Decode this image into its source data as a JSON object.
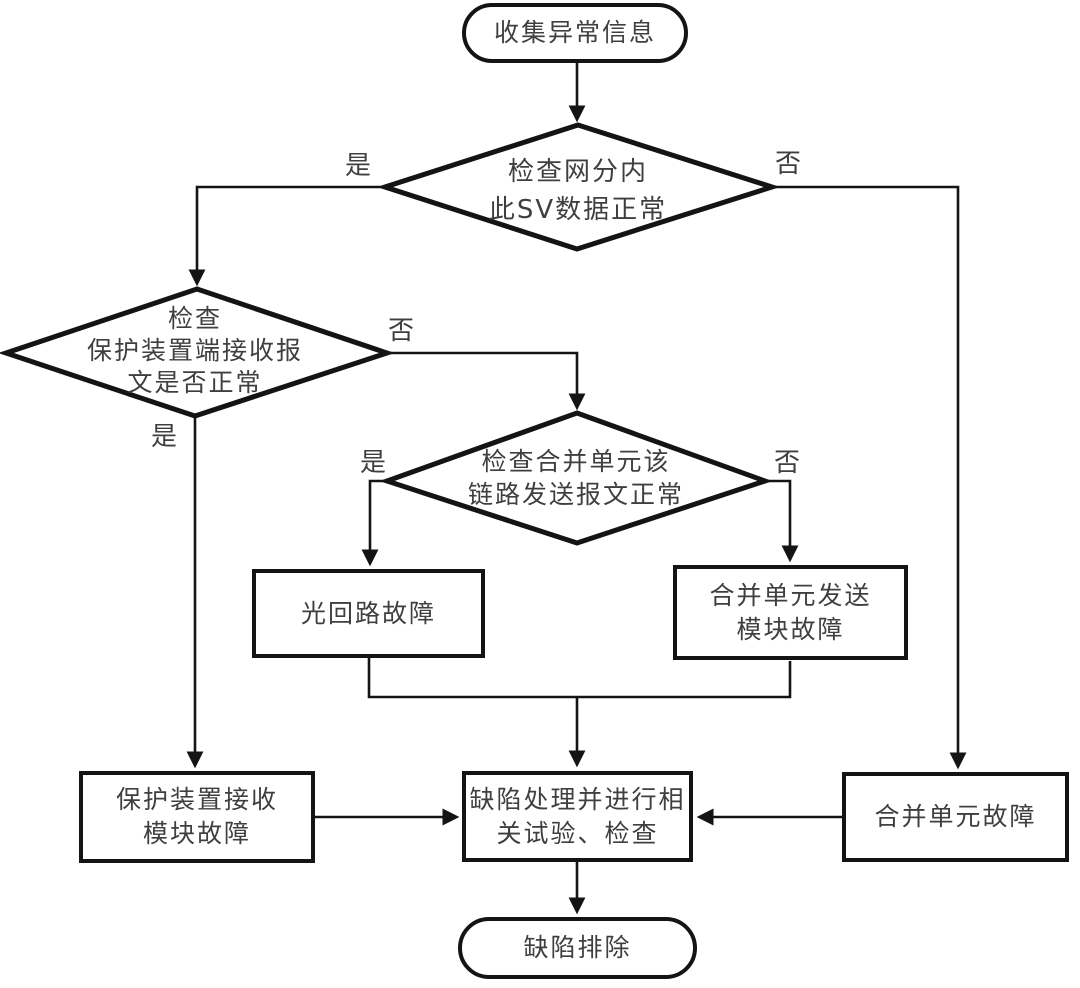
{
  "flowchart": {
    "start": "收集异常信息",
    "decision_network": "检查网分内\n此SV数据正常",
    "decision_protection": "检查\n保护装置端接收报\n文是否正常",
    "decision_merging_unit": "检查合并单元该\n链路发送报文正常",
    "optical_loop_fault": "光回路故障",
    "mu_send_module_fault": "合并单元发送\n模块故障",
    "protection_recv_module_fault": "保护装置接收\n模块故障",
    "defect_handling": "缺陷处理并进行相\n关试验、检查",
    "mu_fault": "合并单元故障",
    "end": "缺陷排除",
    "labels": {
      "d1_yes": "是",
      "d1_no": "否",
      "d2_yes": "是",
      "d2_no": "否",
      "d3_yes": "是",
      "d3_no": "否"
    }
  },
  "colors": {
    "line": "#141414",
    "text": "#3f3f3f",
    "background": "#ffffff"
  }
}
